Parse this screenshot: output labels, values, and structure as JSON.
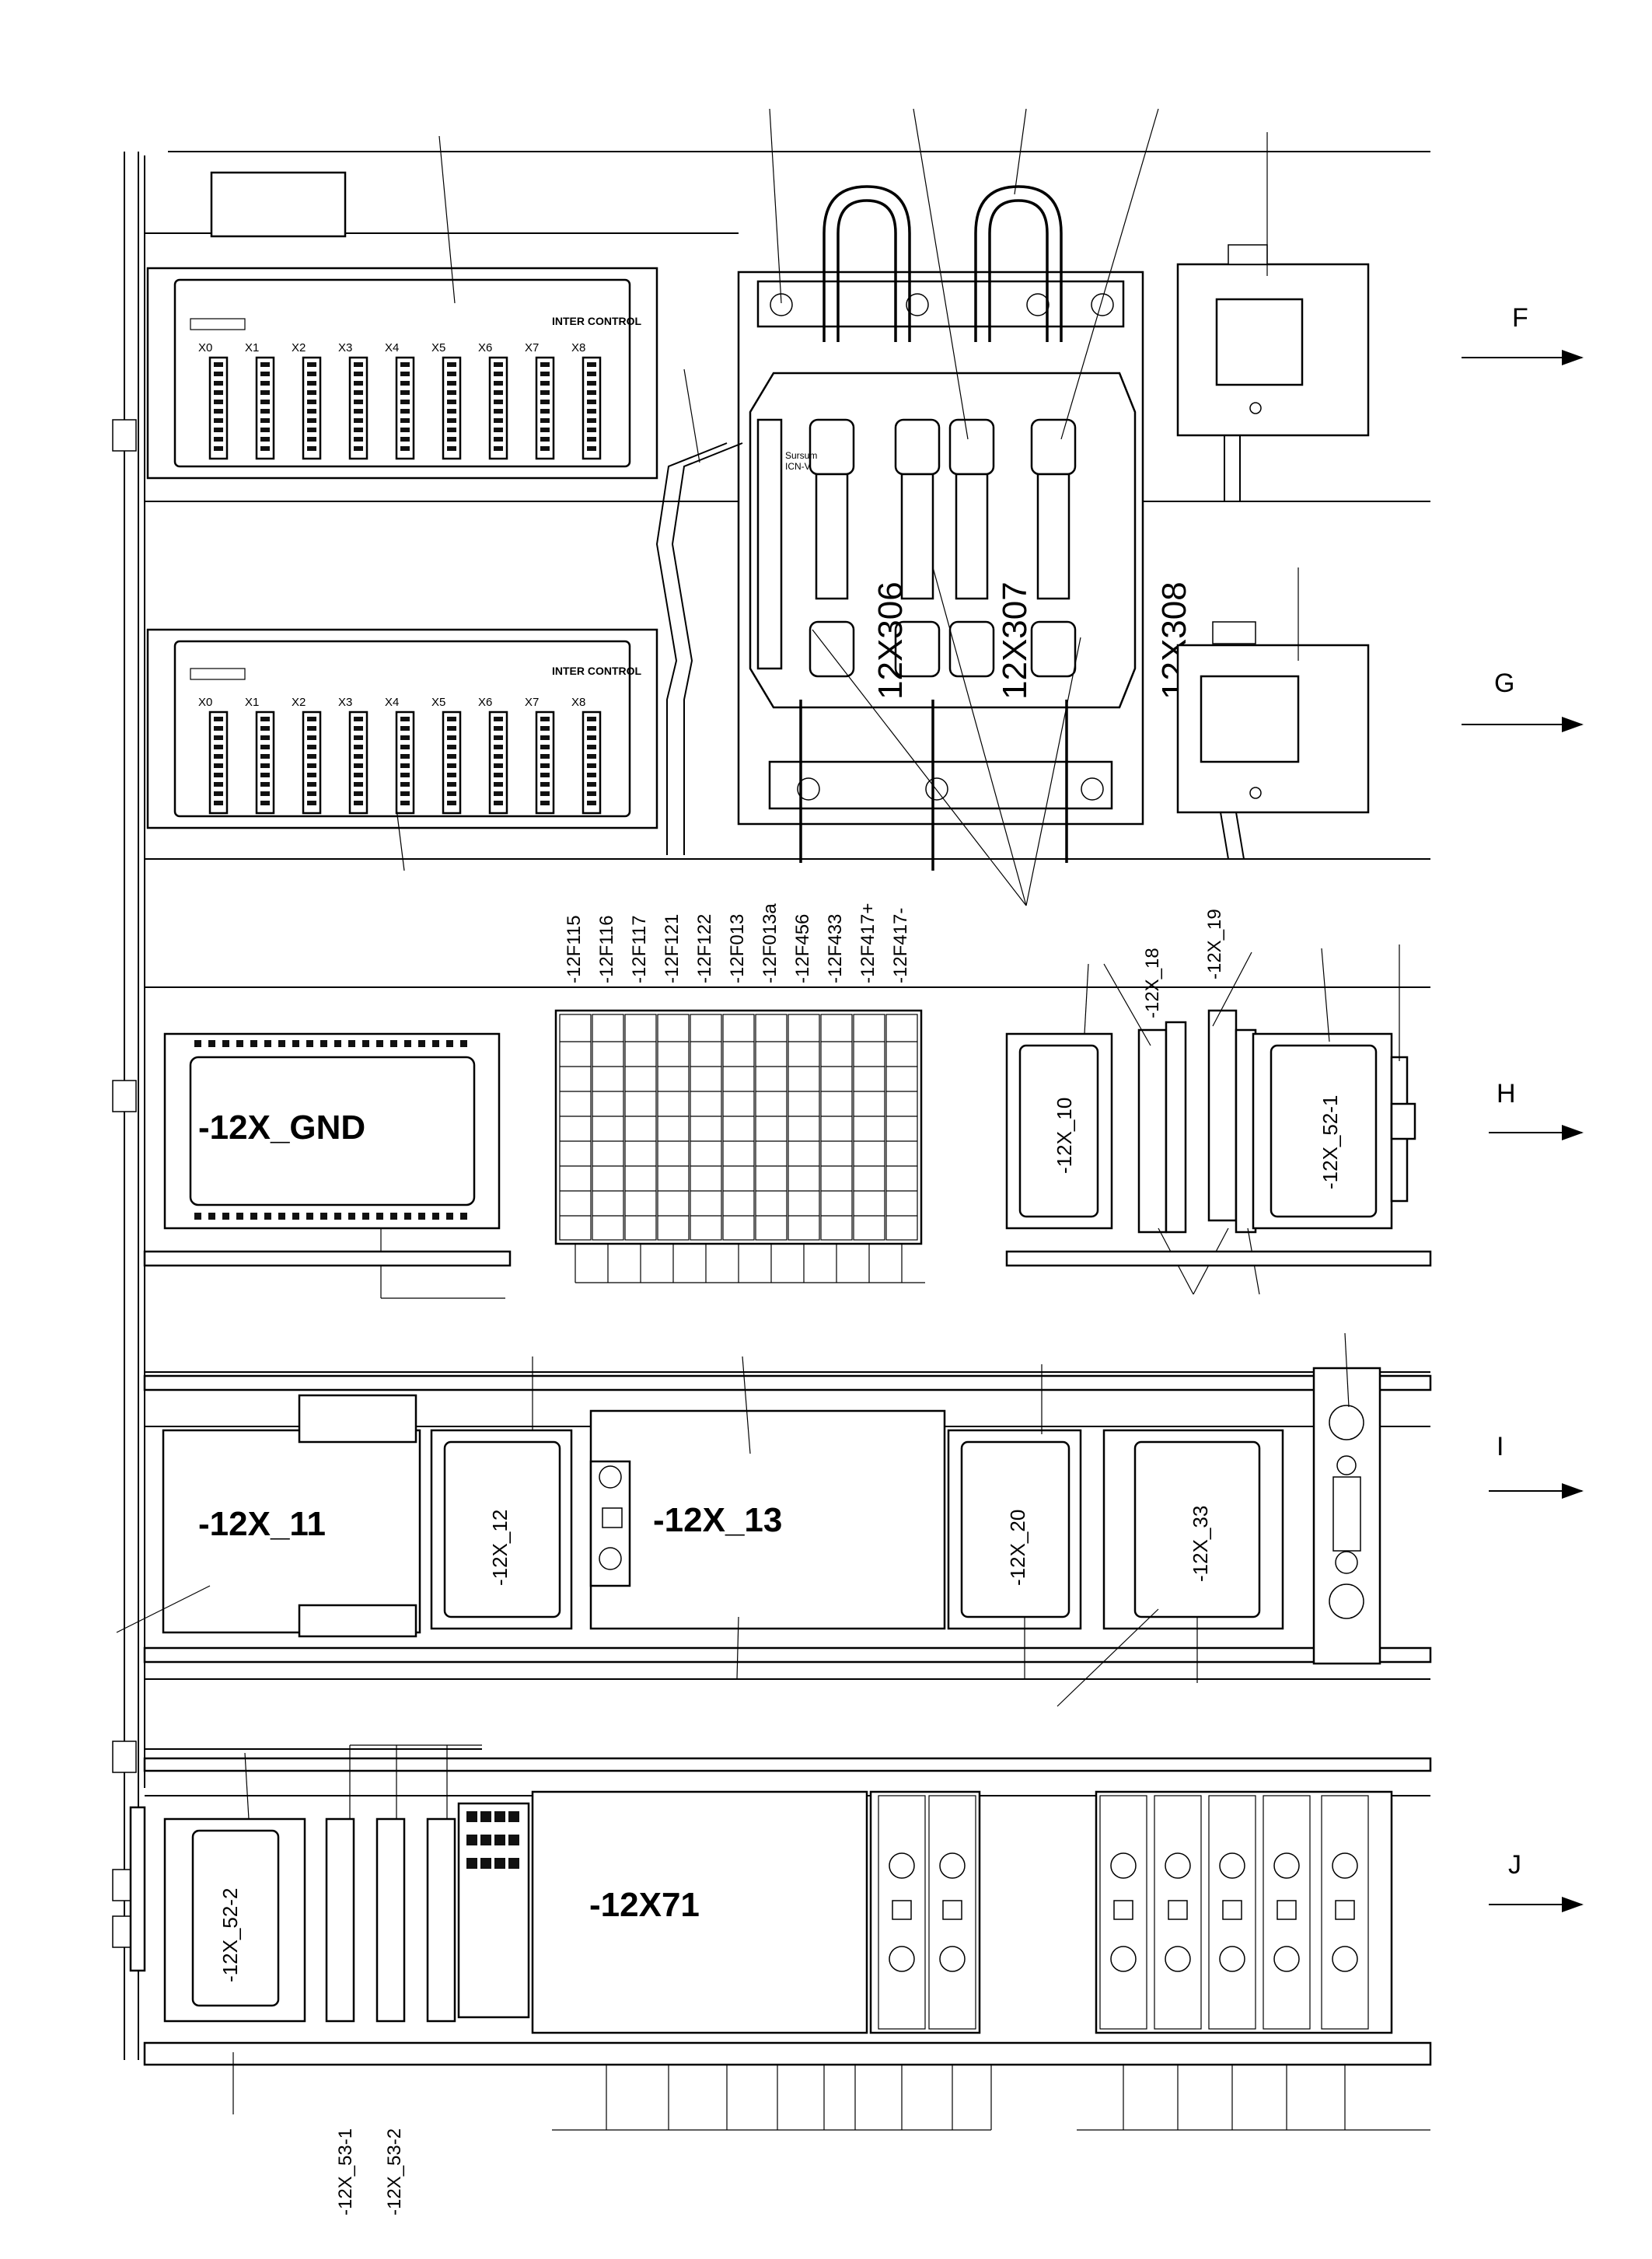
{
  "rows": {
    "F": {
      "label": "F"
    },
    "G": {
      "label": "G"
    },
    "H": {
      "label": "H"
    },
    "I": {
      "label": "I"
    },
    "J": {
      "label": "J"
    }
  },
  "controllers": [
    {
      "brand": "INTER CONTROL",
      "connectors": [
        "X0",
        "X1",
        "X2",
        "X3",
        "X4",
        "X5",
        "X6",
        "X7",
        "X8"
      ]
    },
    {
      "brand": "INTER CONTROL",
      "connectors": [
        "X0",
        "X1",
        "X2",
        "X3",
        "X4",
        "X5",
        "X6",
        "X7",
        "X8"
      ]
    }
  ],
  "busbar": {
    "labels": [
      "12X306",
      "12X307",
      "12X308"
    ],
    "plate_text": [
      "Sursum",
      "ICN-V"
    ]
  },
  "fuses": [
    "-12F115",
    "-12F116",
    "-12F117",
    "-12F121",
    "-12F122",
    "-12F013",
    "-12F013a",
    "-12F456",
    "-12F433",
    "-12F417+",
    "-12F417-"
  ],
  "terminals": {
    "gnd": "-12X_GND",
    "x10": "-12X_10",
    "x18": "-12X_18",
    "x19": "-12X_19",
    "x52_1": "-12X_52-1",
    "x11": "-12X_11",
    "x12": "-12X_12",
    "x13": "-12X_13",
    "x20": "-12X_20",
    "x33": "-12X_33",
    "x52_2": "-12X_52-2",
    "x71": "-12X71",
    "x53_1": "-12X_53-1",
    "x53_2": "-12X_53-2"
  }
}
